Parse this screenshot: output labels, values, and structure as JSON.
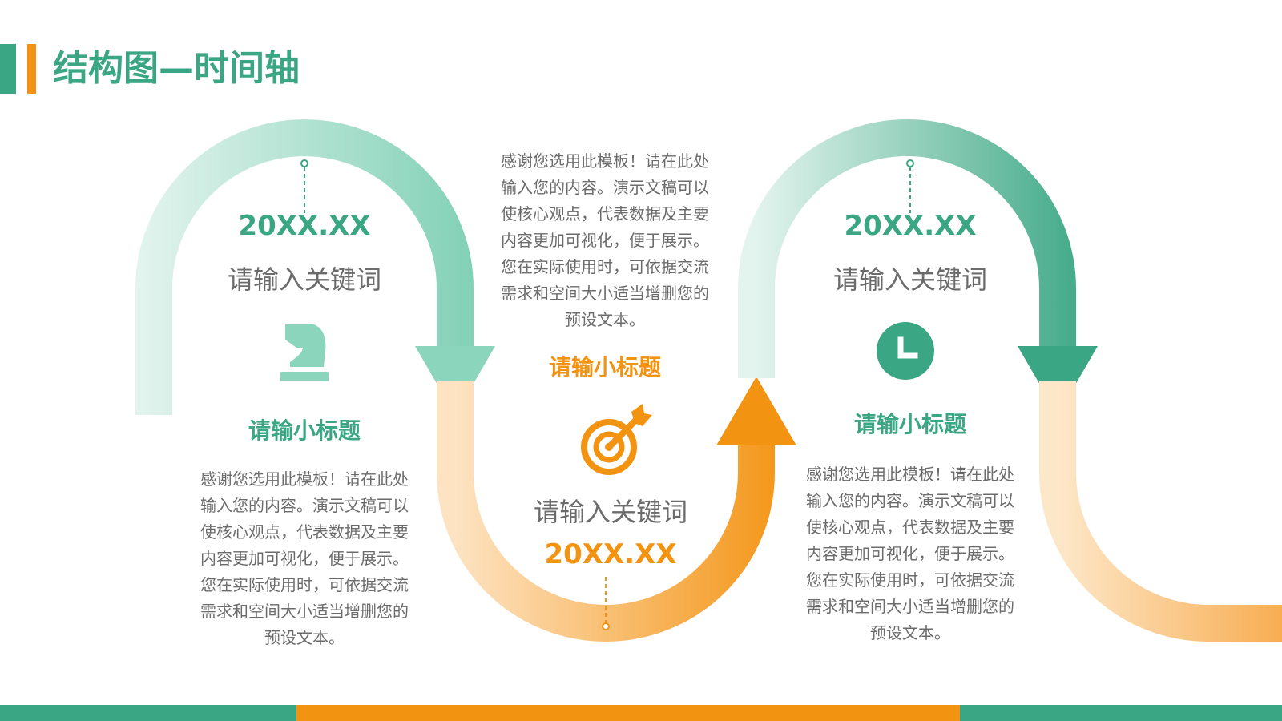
{
  "page": {
    "title": "结构图—时间轴"
  },
  "colors": {
    "green": "#3aa683",
    "green_light": "#8ad5bb",
    "green_pale": "#e3f4ee",
    "orange": "#f39312",
    "orange_light": "#fbd3a1",
    "orange_pale": "#fde7c9",
    "text_gray": "#6b6b6b"
  },
  "nodes": [
    {
      "date": "20XX.XX",
      "keyword": "请输入关键词",
      "subtitle": "请输小标题",
      "icon": "chess-knight-icon",
      "lines": [
        "感谢您选用此模板！请在此处",
        "输入您的内容。演示文稿可以",
        "使核心观点，代表数据及主要",
        "内容更加可视化，便于展示。",
        "您在实际使用时，可依据交流",
        "需求和空间大小适当增删您的",
        "预设文本。"
      ]
    },
    {
      "date": "20XX.XX",
      "keyword": "请输入关键词",
      "subtitle": "请输小标题",
      "icon": "target-arrow-icon",
      "lines": [
        "感谢您选用此模板！请在此处",
        "输入您的内容。演示文稿可以",
        "使核心观点，代表数据及主要",
        "内容更加可视化，便于展示。",
        "您在实际使用时，可依据交流",
        "需求和空间大小适当增删您的",
        "预设文本。"
      ]
    },
    {
      "date": "20XX.XX",
      "keyword": "请输入关键词",
      "subtitle": "请输小标题",
      "icon": "clock-icon",
      "lines": [
        "感谢您选用此模板！请在此处",
        "输入您的内容。演示文稿可以",
        "使核心观点，代表数据及主要",
        "内容更加可视化，便于展示。",
        "您在实际使用时，可依据交流",
        "需求和空间大小适当增删您的",
        "预设文本。"
      ]
    }
  ]
}
